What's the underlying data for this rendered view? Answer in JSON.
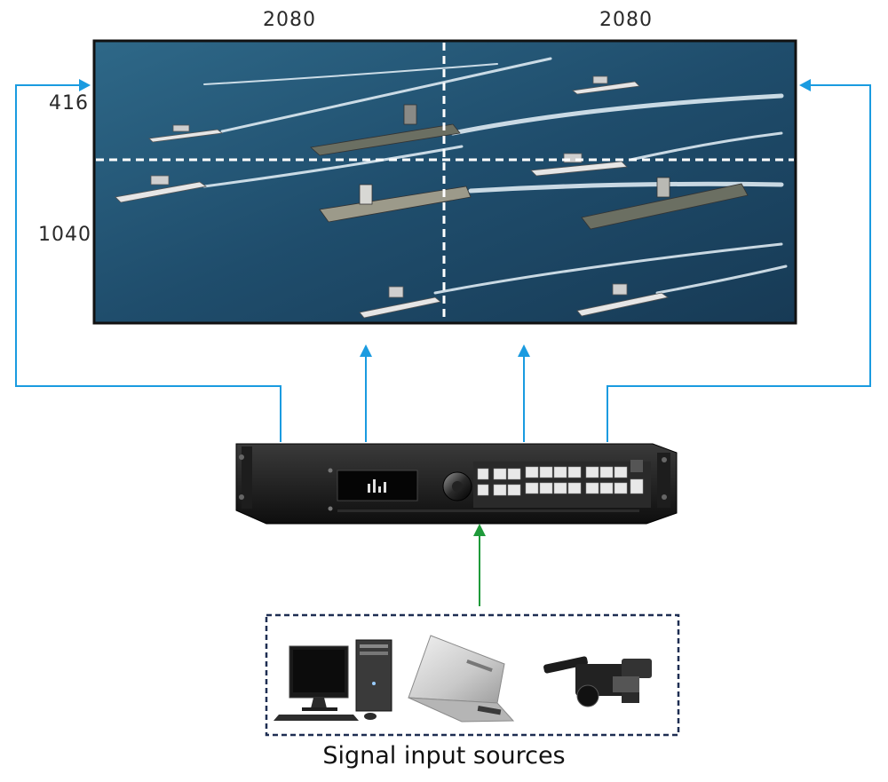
{
  "screen": {
    "col_widths": [
      "2080",
      "2080"
    ],
    "row_heights": [
      "416",
      "1040"
    ]
  },
  "sources": {
    "caption": "Signal input sources",
    "items": [
      "desktop-computer",
      "laptop",
      "video-camera"
    ]
  },
  "colors": {
    "output_arrow": "#1a9be0",
    "input_arrow": "#1f9a3a",
    "source_box_border": "#1e2e52",
    "sea": "#24506e"
  },
  "icons": {
    "processor": "video-processor-icon",
    "desktop": "desktop-computer-icon",
    "laptop": "laptop-icon",
    "camera": "video-camera-icon"
  }
}
